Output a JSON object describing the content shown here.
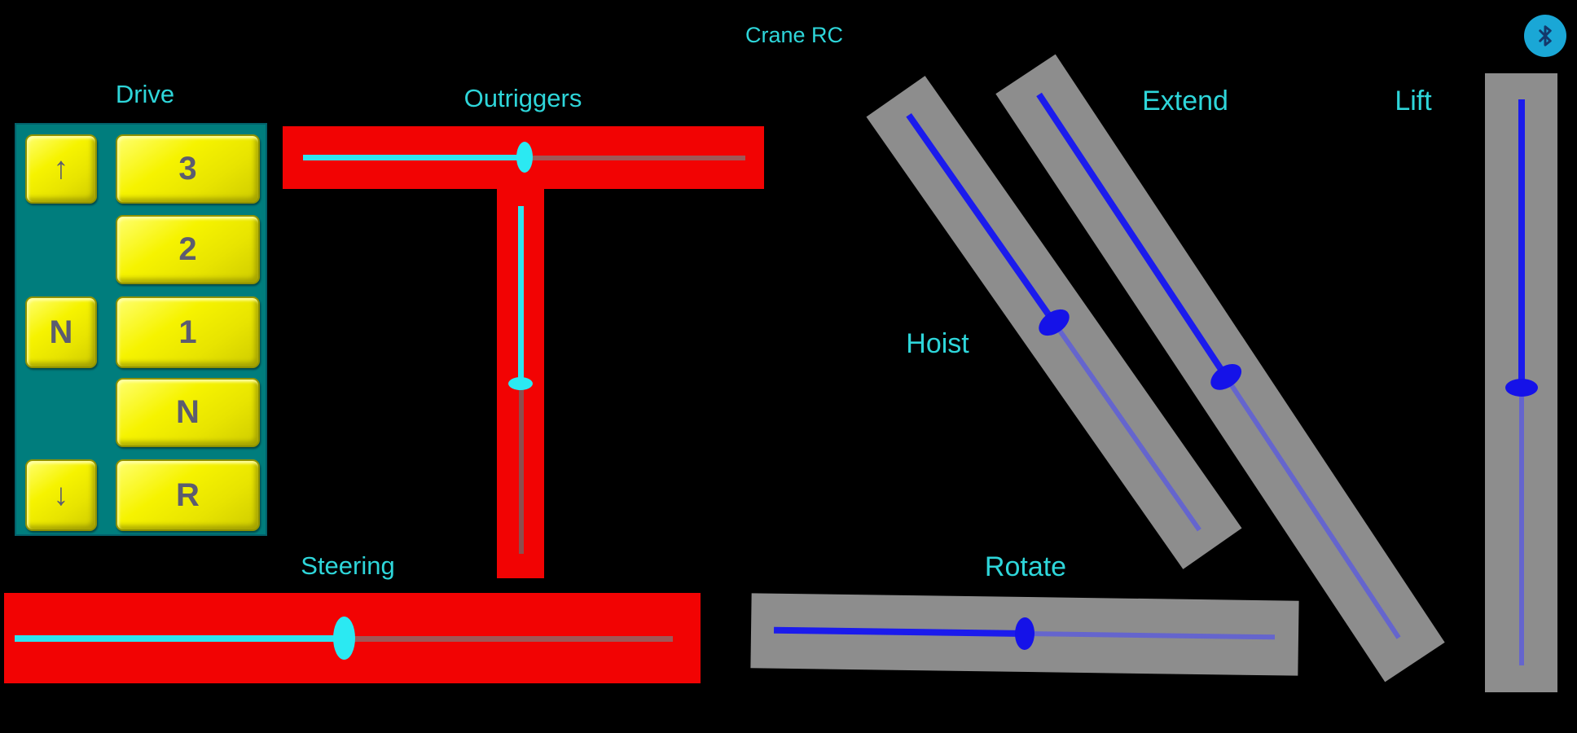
{
  "app": {
    "title": "Crane RC"
  },
  "header": {
    "bluetooth_button": {
      "icon": "bluetooth"
    }
  },
  "drive": {
    "label": "Drive",
    "left_buttons": [
      {
        "label": "↑"
      },
      {
        "label": "N"
      },
      {
        "label": "↓"
      }
    ],
    "right_buttons": [
      {
        "label": "3"
      },
      {
        "label": "2"
      },
      {
        "label": "1"
      },
      {
        "label": "N"
      },
      {
        "label": "R"
      }
    ]
  },
  "sliders": {
    "outriggers": {
      "label": "Outriggers",
      "horizontal": {
        "value_percent": 50
      },
      "vertical": {
        "value_percent": 51
      }
    },
    "steering": {
      "label": "Steering",
      "value_percent": 50
    },
    "hoist": {
      "label": "Hoist",
      "value_percent": 50
    },
    "extend": {
      "label": "Extend",
      "value_percent": 52
    },
    "lift": {
      "label": "Lift",
      "value_percent": 51
    },
    "rotate": {
      "label": "Rotate",
      "value_percent": 50
    }
  },
  "colors": {
    "label": "#2ed6da",
    "red": "#f20303",
    "teal": "#007d7d",
    "gray": "#8d8d8d",
    "blueBright": "#1b1bec",
    "blueRest": "#6565cd",
    "blueThumb": "#1512e8",
    "cyanTrack": "#2fe4ef",
    "cyanThumb": "#2be9f2",
    "redRest": "#a05858",
    "redRestV": "#8d4e4e",
    "bt": "#1aa7d6",
    "btGlyph": "#14386b",
    "buttonText": "#5c5c70"
  }
}
